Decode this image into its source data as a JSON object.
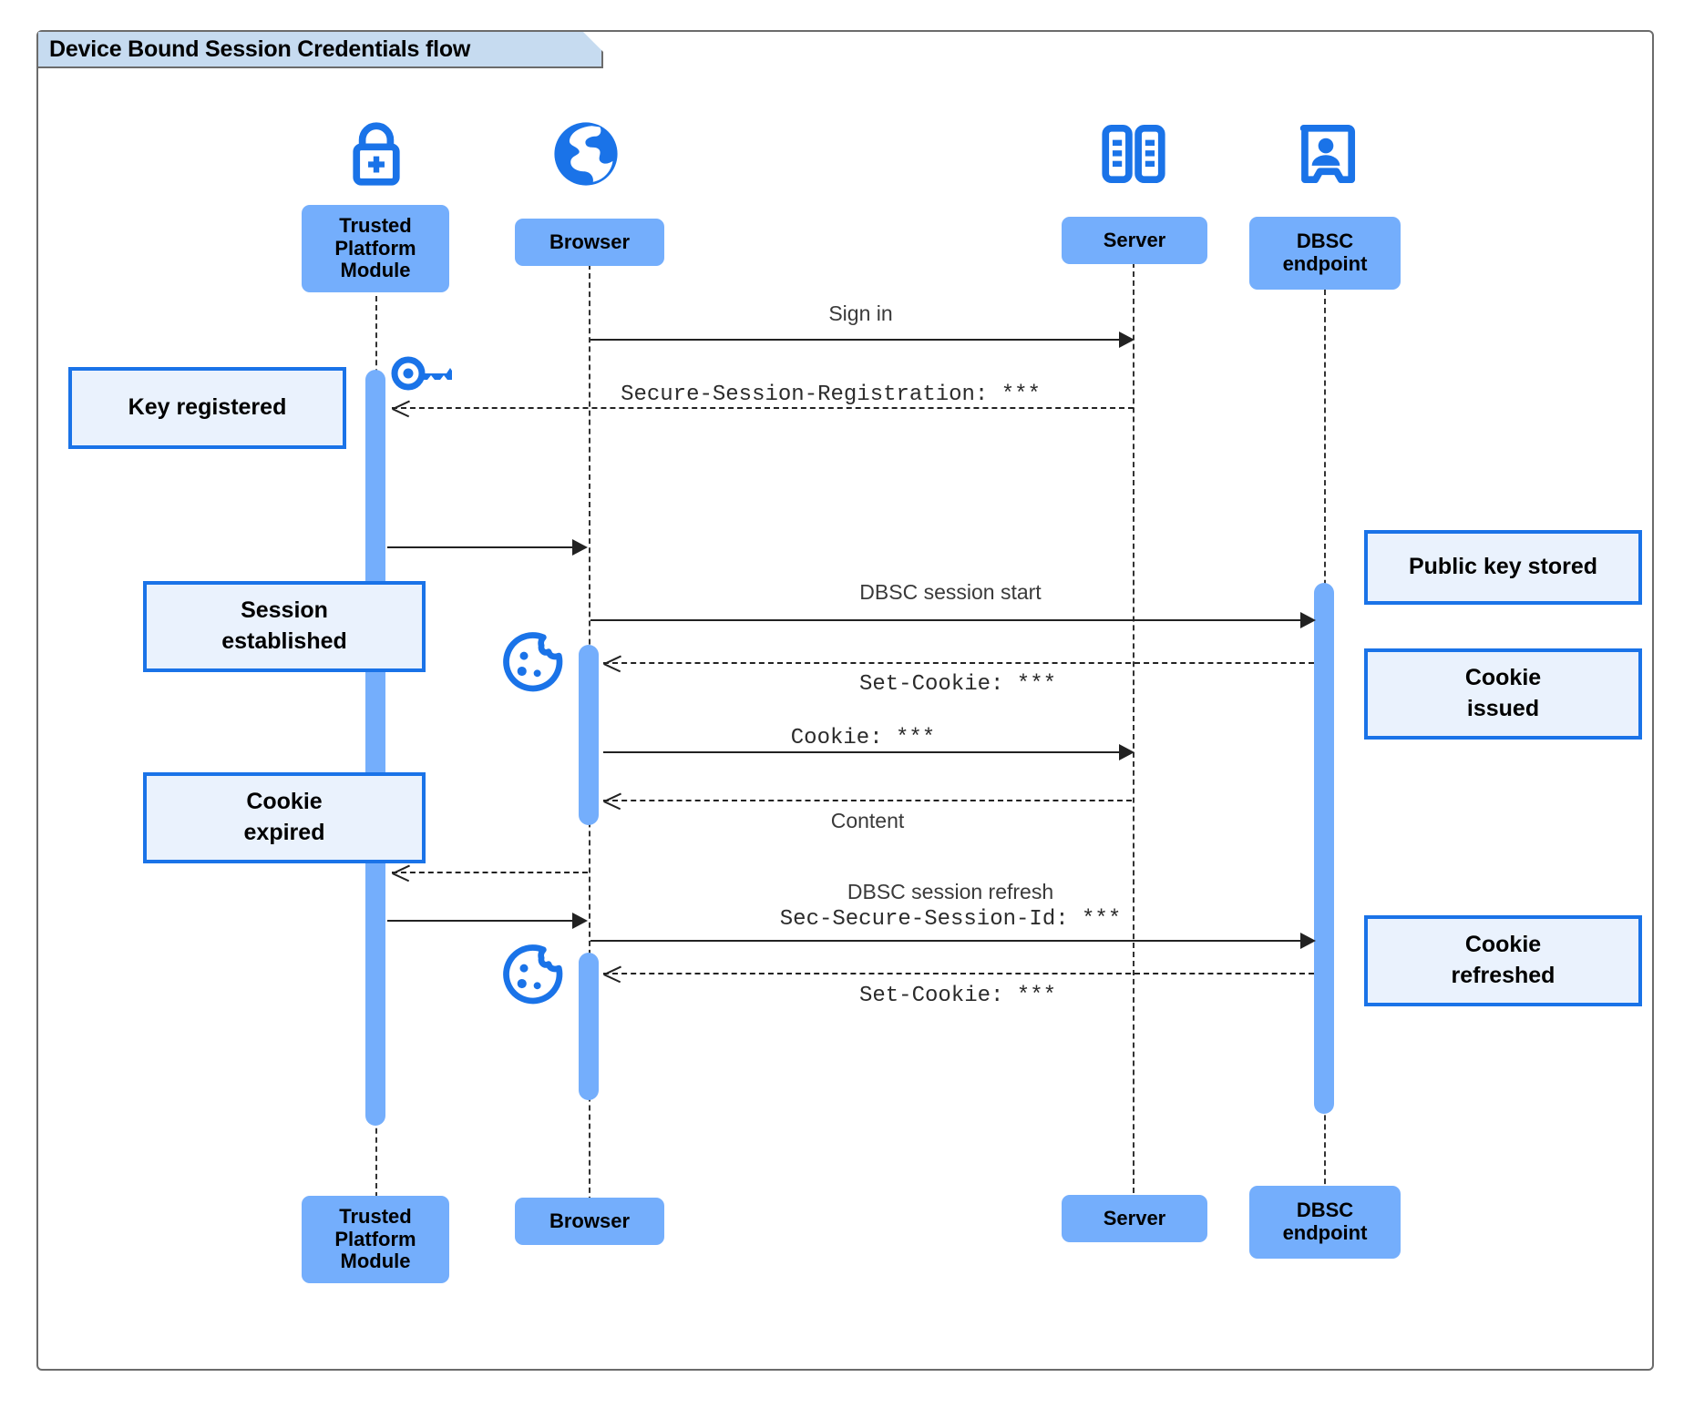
{
  "frame": {
    "title": "Device Bound Session Credentials flow"
  },
  "colors": {
    "participant_fill": "#74aefc",
    "note_fill": "#eaf2fd",
    "note_border": "#1a73e8",
    "icon_blue": "#1a73e8",
    "frame_border": "#6b6b6b",
    "title_fill": "#c6dbf0"
  },
  "participants": [
    {
      "id": "tpm",
      "name": "Trusted\nPlatform\nModule",
      "icon": "lock-plus-icon"
    },
    {
      "id": "browser",
      "name": "Browser",
      "icon": "globe-icon"
    },
    {
      "id": "server",
      "name": "Server",
      "icon": "server-rack-icon"
    },
    {
      "id": "dbsc",
      "name": "DBSC\nendpoint",
      "icon": "id-badge-icon"
    }
  ],
  "participants_bottom": [
    {
      "id": "tpm",
      "name": "Trusted\nPlatform\nModule"
    },
    {
      "id": "browser",
      "name": "Browser"
    },
    {
      "id": "server",
      "name": "Server"
    },
    {
      "id": "dbsc",
      "name": "DBSC\nendpoint"
    }
  ],
  "messages": [
    {
      "id": "m1",
      "label": "Sign in",
      "style": "sans",
      "from": "browser",
      "to": "server",
      "line": "solid"
    },
    {
      "id": "m2",
      "label": "Secure-Session-Registration: ***",
      "style": "mono",
      "from": "server",
      "to": "tpm",
      "line": "dashed"
    },
    {
      "id": "m3",
      "label": "",
      "style": "sans",
      "from": "tpm",
      "to": "browser",
      "line": "solid"
    },
    {
      "id": "m4",
      "label": "DBSC session start",
      "style": "sans",
      "from": "browser",
      "to": "dbsc",
      "line": "solid"
    },
    {
      "id": "m5",
      "label": "Set-Cookie: ***",
      "style": "mono",
      "from": "dbsc",
      "to": "browser",
      "line": "dashed"
    },
    {
      "id": "m6",
      "label": "Cookie: ***",
      "style": "mono",
      "from": "browser",
      "to": "server",
      "line": "solid"
    },
    {
      "id": "m7",
      "label": "Content",
      "style": "sans",
      "from": "server",
      "to": "browser",
      "line": "dashed"
    },
    {
      "id": "m8",
      "label": "",
      "style": "sans",
      "from": "browser",
      "to": "tpm",
      "line": "dashed"
    },
    {
      "id": "m9",
      "label": "DBSC session refresh",
      "style": "sans",
      "from": "tpm",
      "to": "dbsc",
      "line": "solid"
    },
    {
      "id": "m10",
      "label": "Sec-Secure-Session-Id: ***",
      "style": "mono",
      "from": "tpm",
      "to": "dbsc",
      "line": "solid"
    },
    {
      "id": "m11",
      "label": "Set-Cookie: ***",
      "style": "mono",
      "from": "dbsc",
      "to": "browser",
      "line": "dashed"
    }
  ],
  "notes": [
    {
      "id": "n1",
      "text": "Key registered",
      "side": "left"
    },
    {
      "id": "n2",
      "text": "Session\nestablished",
      "side": "left"
    },
    {
      "id": "n3",
      "text": "Cookie\nexpired",
      "side": "left"
    },
    {
      "id": "n4",
      "text": "Public key stored",
      "side": "right"
    },
    {
      "id": "n5",
      "text": "Cookie\nissued",
      "side": "right"
    },
    {
      "id": "n6",
      "text": "Cookie\nrefreshed",
      "side": "right"
    }
  ],
  "inline_icons": [
    {
      "id": "key",
      "name": "key-icon"
    },
    {
      "id": "cookie1",
      "name": "cookie-icon"
    },
    {
      "id": "cookie2",
      "name": "cookie-icon"
    }
  ]
}
